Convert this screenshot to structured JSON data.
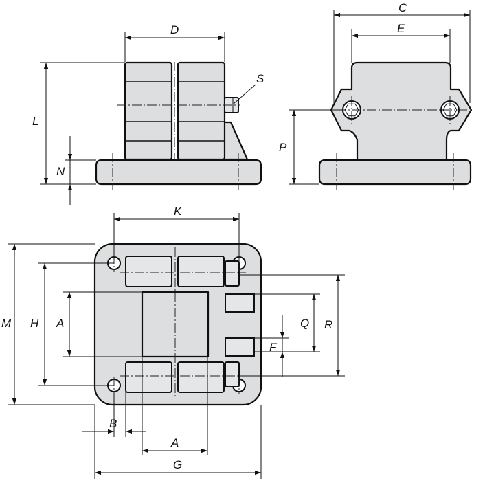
{
  "labels": {
    "D": "D",
    "L": "L",
    "N": "N",
    "S": "S",
    "C": "C",
    "E": "E",
    "P": "P",
    "K": "K",
    "M": "M",
    "H": "H",
    "A1": "A",
    "Q": "Q",
    "R": "R",
    "F": "F",
    "B": "B",
    "A2": "A",
    "G": "G"
  }
}
